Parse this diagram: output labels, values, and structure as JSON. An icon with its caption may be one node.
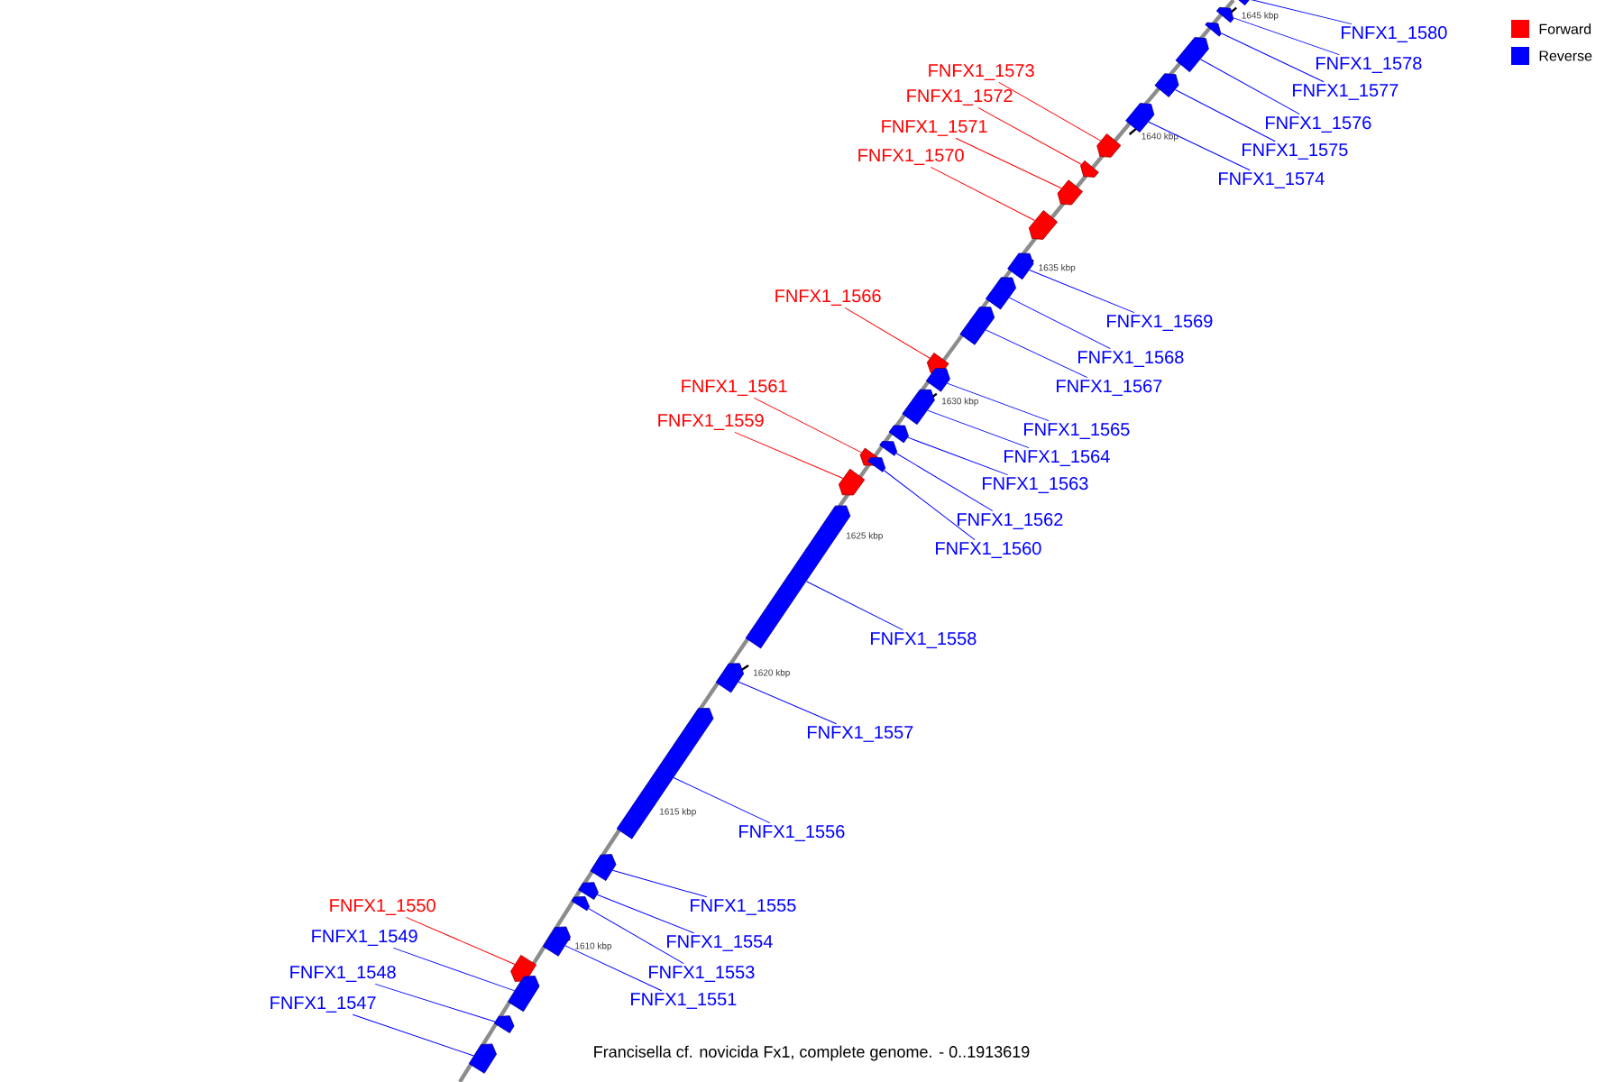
{
  "diagram": {
    "caption": "Francisella cf. novicida Fx1, complete genome. - 0..1913619",
    "nodes": [
      {
        "text": [
          "FNFX1_1580"
        ]
      },
      {
        "text": [
          "FNFX1_1578"
        ]
      },
      {
        "text": [
          "FNFX1_1573"
        ]
      },
      {
        "text": [
          "FNFX1_1577"
        ]
      },
      {
        "text": [
          "FNFX1_1572"
        ]
      },
      {
        "text": [
          "FNFX1_1576"
        ]
      },
      {
        "text": [
          "FNFX1_1571"
        ]
      },
      {
        "text": [
          "FNFX1_1575"
        ]
      },
      {
        "text": [
          "FNFX1_1570"
        ]
      },
      {
        "text": [
          "FNFX1_1574"
        ]
      },
      {
        "text": [
          "FNFX1_1566"
        ]
      },
      {
        "text": [
          "FNFX1_1569"
        ]
      },
      {
        "text": [
          "FNFX1_1568"
        ]
      },
      {
        "text": [
          "FNFX1_1561"
        ]
      },
      {
        "text": [
          "FNFX1_1567"
        ]
      },
      {
        "text": [
          "FNFX1_1559"
        ]
      },
      {
        "text": [
          "FNFX1_1565"
        ]
      },
      {
        "text": [
          "FNFX1_1564"
        ]
      },
      {
        "text": [
          "FNFX1_1563"
        ]
      },
      {
        "text": [
          "FNFX1_1562"
        ]
      },
      {
        "text": [
          "FNFX1_1560"
        ]
      },
      {
        "text": [
          "FNFX1_1558"
        ]
      },
      {
        "text": [
          "FNFX1_1557"
        ]
      },
      {
        "text": [
          "FNFX1_1556"
        ]
      },
      {
        "text": [
          "FNFX1_1555"
        ]
      },
      {
        "text": [
          "FNFX1_1550"
        ]
      },
      {
        "text": [
          "FNFX1_1549"
        ]
      },
      {
        "text": [
          "FNFX1_1554"
        ]
      },
      {
        "text": [
          "FNFX1_1548"
        ]
      },
      {
        "text": [
          "FNFX1_1553"
        ]
      },
      {
        "text": [
          "FNFX1_1551"
        ]
      },
      {
        "text": [
          "FNFX1_1547"
        ]
      },
      {
        "text": [],
        "shape": "box"
      },
      {
        "text": [],
        "shape": "box"
      },
      {
        "text": [],
        "shape": "box"
      },
      {
        "text": [],
        "shape": "box"
      },
      {
        "text": [],
        "shape": "box"
      },
      {
        "text": [],
        "shape": "box"
      },
      {
        "text": [],
        "shape": "box"
      },
      {
        "text": [],
        "shape": "box"
      },
      {
        "text": [],
        "shape": "box"
      },
      {
        "text": [],
        "shape": "box"
      },
      {
        "text": [],
        "shape": "box"
      },
      {
        "text": [],
        "shape": "box"
      },
      {
        "text": [],
        "shape": "box"
      },
      {
        "text": [],
        "shape": "box"
      },
      {
        "text": [],
        "shape": "box"
      },
      {
        "text": [],
        "shape": "box"
      },
      {
        "text": [],
        "shape": "box"
      },
      {
        "text": [],
        "shape": "box"
      },
      {
        "text": [],
        "shape": "box"
      },
      {
        "text": [],
        "shape": "box"
      },
      {
        "text": [],
        "shape": "box"
      },
      {
        "text": [],
        "shape": "box"
      },
      {
        "text": [],
        "shape": "box"
      },
      {
        "text": [],
        "shape": "box"
      },
      {
        "text": [],
        "shape": "box"
      },
      {
        "text": [],
        "shape": "box"
      },
      {
        "text": [],
        "shape": "box"
      },
      {
        "text": [],
        "shape": "box"
      },
      {
        "text": [],
        "shape": "box"
      },
      {
        "text": [],
        "shape": "box"
      },
      {
        "text": [],
        "shape": "box"
      },
      {
        "text": [],
        "shape": "box"
      }
    ],
    "edges": [
      {
        "from": 0,
        "to": 32,
        "arrow": "none"
      },
      {
        "from": 1,
        "to": 33,
        "arrow": "none"
      },
      {
        "from": 2,
        "to": 38,
        "arrow": "none",
        "color": "#ff0000"
      },
      {
        "from": 3,
        "to": 34,
        "arrow": "none"
      },
      {
        "from": 4,
        "to": 39,
        "arrow": "none",
        "color": "#ff0000"
      },
      {
        "from": 5,
        "to": 35,
        "arrow": "none"
      },
      {
        "from": 6,
        "to": 40,
        "arrow": "none",
        "color": "#ff0000"
      },
      {
        "from": 7,
        "to": 36,
        "arrow": "none"
      },
      {
        "from": 8,
        "to": 41,
        "arrow": "none",
        "color": "#ff0000"
      },
      {
        "from": 9,
        "to": 37,
        "arrow": "none"
      },
      {
        "from": 10,
        "to": 45,
        "arrow": "none",
        "color": "#ff0000"
      },
      {
        "from": 11,
        "to": 42,
        "arrow": "none"
      },
      {
        "from": 12,
        "to": 43,
        "arrow": "none"
      },
      {
        "from": 13,
        "to": 49,
        "arrow": "none",
        "color": "#ff0000"
      },
      {
        "from": 14,
        "to": 44,
        "arrow": "none"
      },
      {
        "from": 15,
        "to": 51,
        "arrow": "none",
        "color": "#ff0000"
      },
      {
        "from": 16,
        "to": 46,
        "arrow": "none"
      },
      {
        "from": 17,
        "to": 47,
        "arrow": "none"
      },
      {
        "from": 18,
        "to": 48,
        "arrow": "none"
      },
      {
        "from": 19,
        "to": 50,
        "arrow": "none"
      },
      {
        "from": 20,
        "to": 52,
        "arrow": "none"
      },
      {
        "from": 21,
        "to": 53,
        "arrow": "none"
      },
      {
        "from": 22,
        "to": 54,
        "arrow": "none"
      },
      {
        "from": 23,
        "to": 55,
        "arrow": "none"
      },
      {
        "from": 24,
        "to": 56,
        "arrow": "none"
      },
      {
        "from": 25,
        "to": 60,
        "arrow": "none",
        "color": "#ff0000"
      },
      {
        "from": 26,
        "to": 61,
        "arrow": "none"
      },
      {
        "from": 27,
        "to": 57,
        "arrow": "none"
      },
      {
        "from": 28,
        "to": 62,
        "arrow": "none"
      },
      {
        "from": 29,
        "to": 58,
        "arrow": "none"
      },
      {
        "from": 30,
        "to": 59,
        "arrow": "none"
      },
      {
        "from": 31,
        "to": 63,
        "arrow": "none"
      }
    ],
    "labels": [
      "1645 kbp",
      "1640 kbp",
      "1635 kbp",
      "1630 kbp",
      "1625 kbp",
      "1620 kbp",
      "1615 kbp",
      "1610 kbp"
    ],
    "legend": [
      {
        "text": "Forward",
        "color": "#ff0000"
      },
      {
        "text": "Reverse",
        "color": "#0000ff"
      }
    ]
  }
}
